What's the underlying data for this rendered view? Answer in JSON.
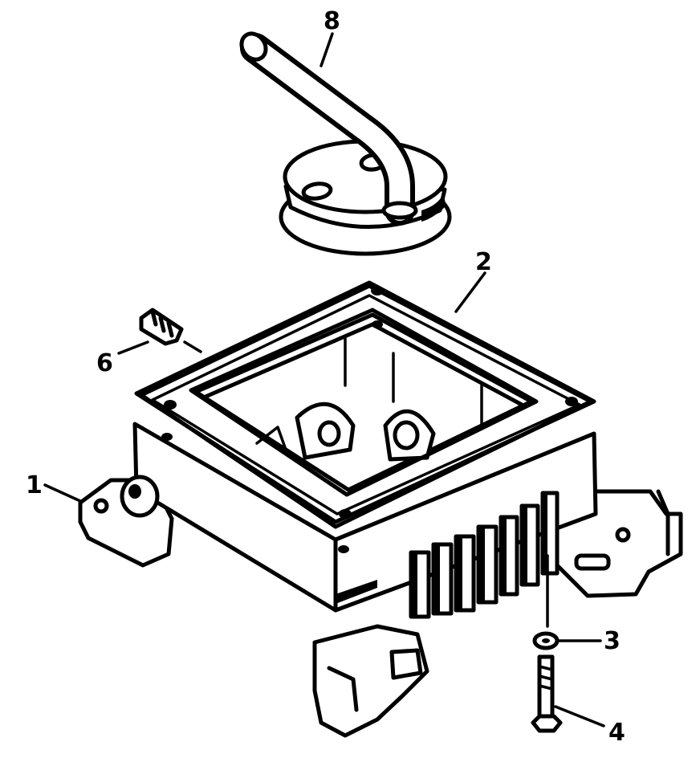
{
  "diagram": {
    "ink_color": "#000000",
    "paper_color": "#ffffff",
    "callouts": {
      "c1": "1",
      "c2": "2",
      "c3": "3",
      "c4": "4",
      "c6": "6",
      "c8": "8"
    }
  }
}
